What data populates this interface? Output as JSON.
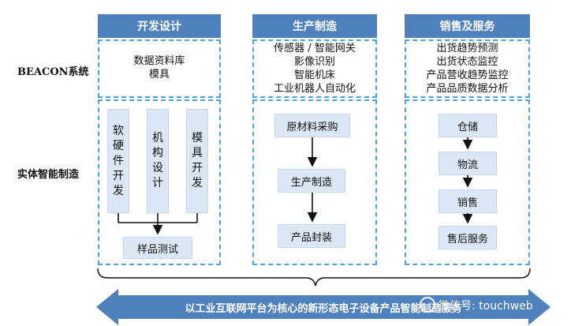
{
  "columns": [
    {
      "title": "开发设计"
    },
    {
      "title": "生产制造"
    },
    {
      "title": "销售及服务"
    }
  ],
  "rows": {
    "beacon": "BEACON系统",
    "physical": "实体智能制造"
  },
  "beacon_sections": {
    "design": [
      "数据资料库",
      "模具"
    ],
    "production": [
      "传感器 / 智能网关",
      "影像识别",
      "智能机床",
      "工业机器人自动化"
    ],
    "sales": [
      "出货趋势预测",
      "出货状态监控",
      "产品营收趋势监控",
      "产品品质数据分析"
    ]
  },
  "design_items": [
    {
      "chars": [
        "软",
        "硬",
        "件",
        "开",
        "发"
      ]
    },
    {
      "chars": [
        "机",
        "构",
        "设",
        "计"
      ]
    },
    {
      "chars": [
        "模",
        "具",
        "开",
        "发"
      ]
    }
  ],
  "design_result": "样品测试",
  "production_flow": [
    "原材料采购",
    "生产制造",
    "产品封装"
  ],
  "sales_flow": [
    "仓储",
    "物流",
    "销售",
    "售后服务"
  ],
  "banner": "以工业互联网平台为核心的新形态电子设备产品智能制造服务",
  "watermark": "微信号: touchweb",
  "colors": {
    "accent": "#4f81bd",
    "dash": "#4aa3df",
    "box": "#dbe7f5"
  }
}
